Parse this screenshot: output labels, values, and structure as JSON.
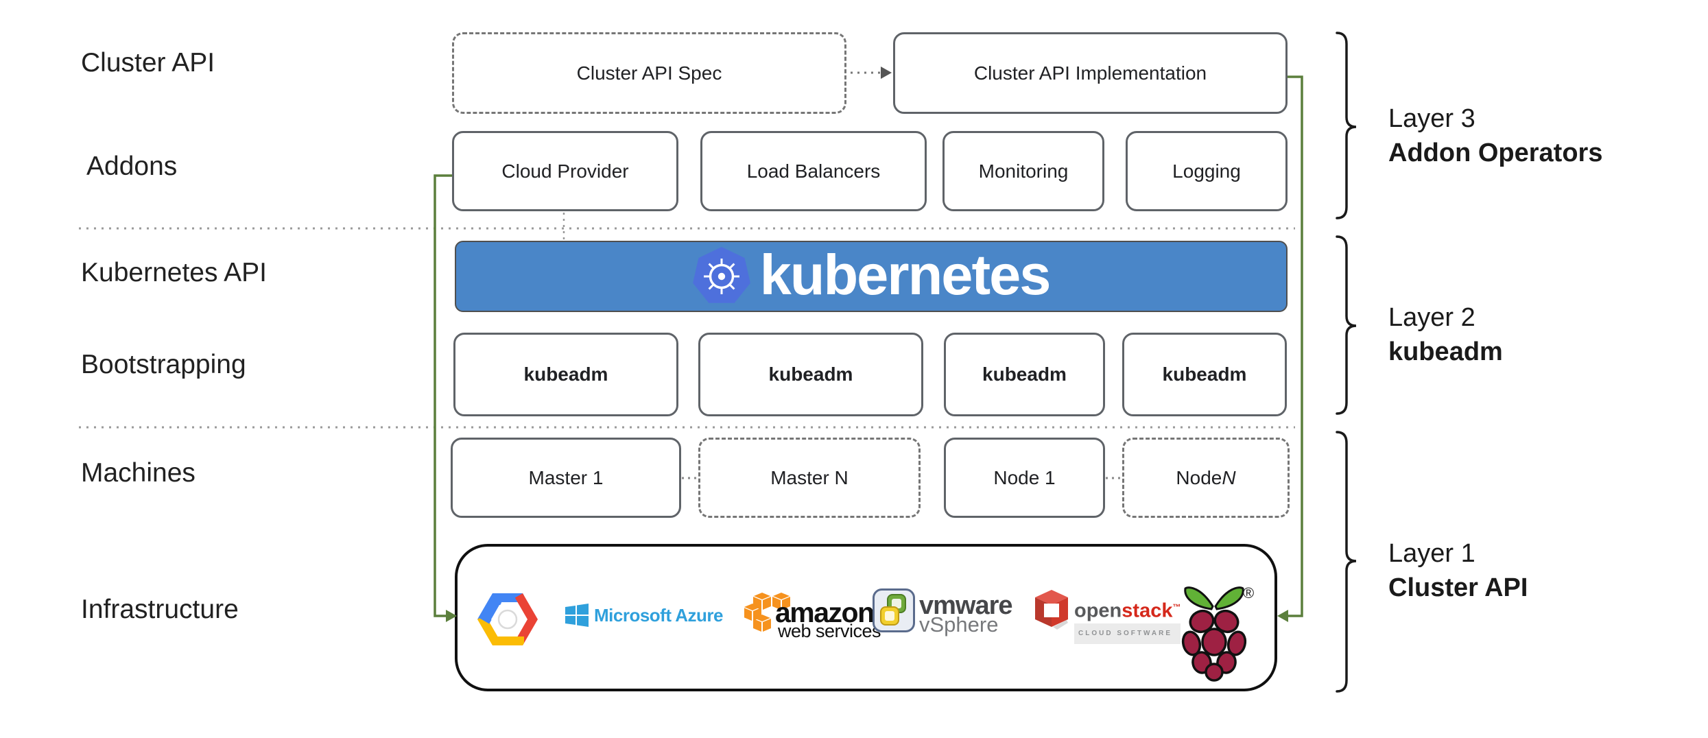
{
  "row_labels": [
    "Cluster API",
    "Addons",
    "Kubernetes API",
    "Bootstrapping",
    "Machines",
    "Infrastructure"
  ],
  "top_row": {
    "spec": "Cluster API Spec",
    "implementation": "Cluster API Implementation"
  },
  "addons": [
    "Cloud Provider",
    "Load Balancers",
    "Monitoring",
    "Logging"
  ],
  "kubernetes_banner": {
    "label": "kubernetes"
  },
  "bootstrapping": [
    "kubeadm",
    "kubeadm",
    "kubeadm",
    "kubeadm"
  ],
  "machines": [
    {
      "label": "Master 1"
    },
    {
      "label": "Master N"
    },
    {
      "label": "Node 1"
    },
    {
      "prefix": "Node ",
      "suffix": "N"
    }
  ],
  "layers": [
    {
      "name": "Layer 3",
      "operator": "Addon Operators"
    },
    {
      "name": "Layer 2",
      "operator": "kubeadm"
    },
    {
      "name": "Layer 1",
      "operator": "Cluster API"
    }
  ],
  "infrastructure": {
    "azure": {
      "label": "Microsoft Azure"
    },
    "aws": {
      "line1": "amazon",
      "line2": "web services"
    },
    "vmware": {
      "brand": "vmware",
      "product": "vSphere"
    },
    "openstack": {
      "part1": "open",
      "part2": "stack",
      "tm": "™",
      "tagline": "CLOUD SOFTWARE"
    },
    "raspberry_pi": {
      "reg_mark": "®"
    }
  },
  "colors": {
    "banner_blue": "#4a86c8",
    "k8s_logo_blue": "#4e70dc",
    "arrow_green": "#5b7f3c",
    "box_border_gray": "#5f6368",
    "azure_blue": "#2fa0dc",
    "aws_orange": "#f6921e",
    "openstack_red": "#d0392b",
    "vmware_gray": "#46474a",
    "gcp_blue": "#4285f4",
    "gcp_red": "#ea4335",
    "gcp_yellow": "#fbbc05",
    "raspberry_red": "#9e2143",
    "leaf_green": "#61b136"
  }
}
